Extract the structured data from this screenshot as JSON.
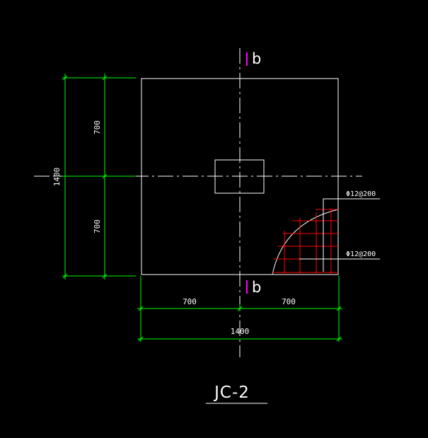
{
  "colors": {
    "background": "#000000",
    "outline": "#ffffff",
    "dimension": "#00ff00",
    "rebar": "#ff0000",
    "section_marker": "#ff00ff"
  },
  "section_marks": {
    "top": "b",
    "bottom": "b"
  },
  "dimensions": {
    "left_upper": "700",
    "left_lower": "700",
    "left_total": "1400",
    "bottom_left": "700",
    "bottom_right": "700",
    "bottom_total": "1400"
  },
  "rebar_labels": {
    "upper": "Φ12@200",
    "lower": "Φ12@200"
  },
  "title": "JC-2"
}
